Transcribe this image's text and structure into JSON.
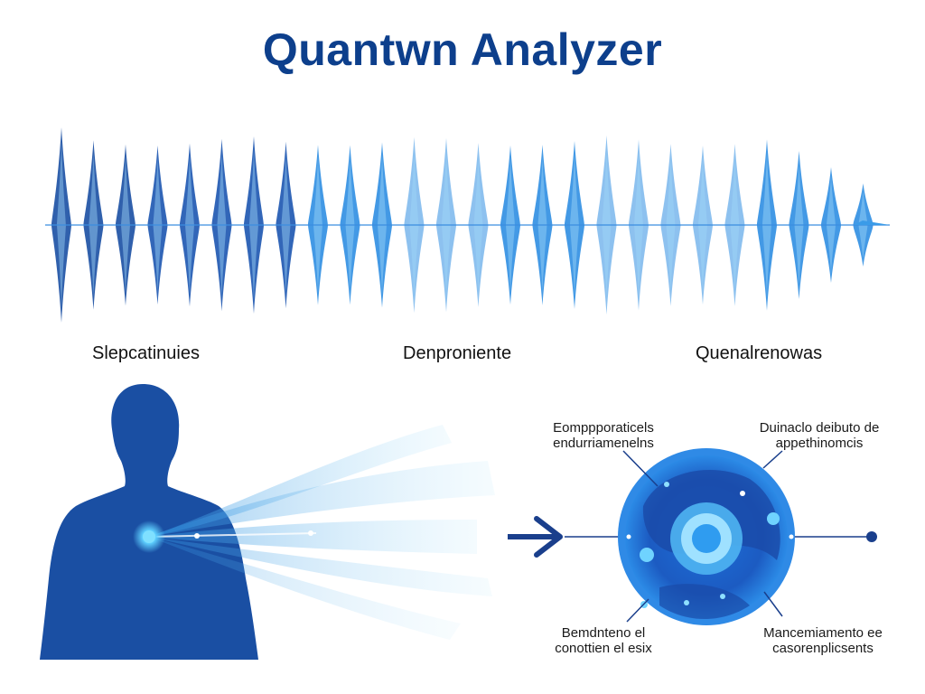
{
  "title": "Quantwn Analyzer",
  "section_labels": [
    "Slepcatinuies",
    "Denproniente",
    "Quenalrenowas"
  ],
  "callouts": {
    "top_left": [
      "Eomppporaticels",
      "endurriamenelns"
    ],
    "top_right": [
      "Duinaclo deibuto de",
      "appethinomcis"
    ],
    "bottom_left": [
      "Bemdnteno el",
      "conottien el esix"
    ],
    "bottom_right": [
      "Mancemiamento ee",
      "casorenplicsents"
    ]
  },
  "colors": {
    "title": "#0d3f8c",
    "dark_blue": "#1a4fa3",
    "mid_blue": "#2f8fe0",
    "light_blue": "#8fd0f5",
    "glow": "#5fd0ff"
  },
  "icons": [
    "human-silhouette-icon",
    "energy-beam-icon",
    "arrow-right-icon",
    "cell-sphere-icon"
  ]
}
